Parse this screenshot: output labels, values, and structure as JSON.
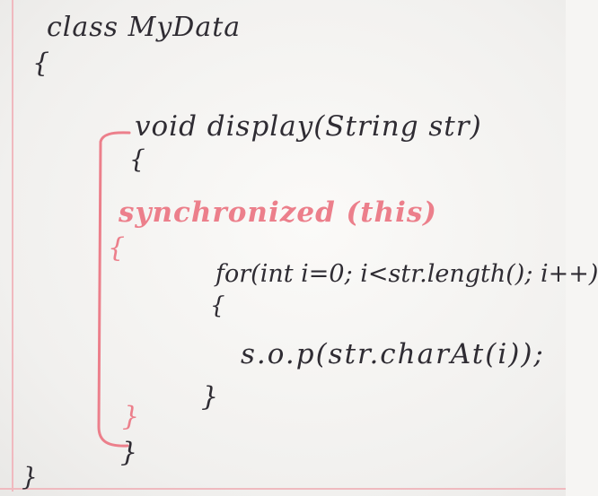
{
  "code": {
    "class_declaration": "class MyData",
    "class_open_brace": "{",
    "method_signature": "void display(String str)",
    "method_open_brace": "{",
    "synchronized_block": "synchronized (this)",
    "sync_open_brace": "{",
    "for_loop": "for(int i=0; i<str.length(); i++)",
    "for_open_brace": "{",
    "print_statement": "s.o.p(str.charAt(i));",
    "for_close_brace": "}",
    "sync_close_brace": "}",
    "method_close_brace": "}",
    "class_close_brace": "}"
  },
  "colors": {
    "dark_ink": "#2f2c33",
    "pink_ink": "#ec7f8b",
    "margin_line": "#f0b9bf",
    "board": "#f6f5f3"
  }
}
